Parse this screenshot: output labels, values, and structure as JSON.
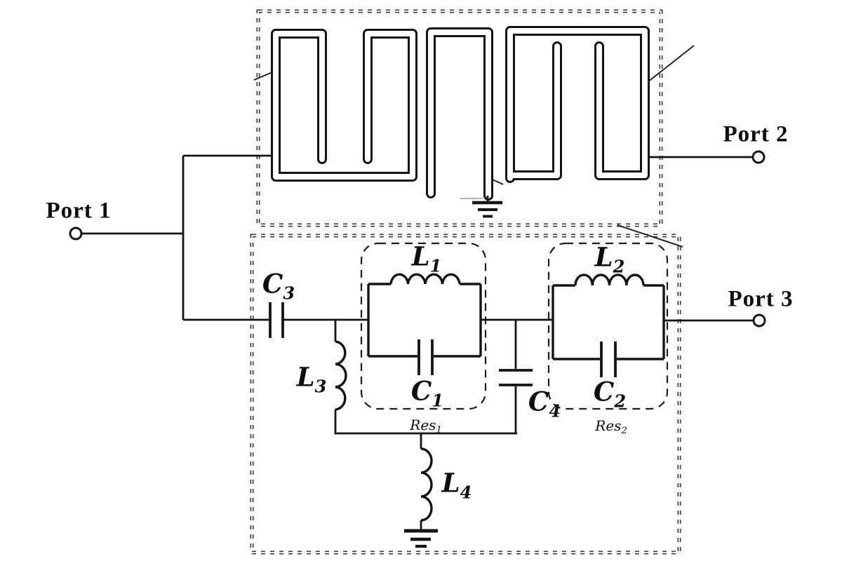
{
  "ports": {
    "p1": {
      "label": "Port 1"
    },
    "p2": {
      "label": "Port 2"
    },
    "p3": {
      "label": "Port 3"
    }
  },
  "components": {
    "C1": {
      "main": "C",
      "sub": "1"
    },
    "C2": {
      "main": "C",
      "sub": "2"
    },
    "C3": {
      "main": "C",
      "sub": "3"
    },
    "C4": {
      "main": "C",
      "sub": "4"
    },
    "L1": {
      "main": "L",
      "sub": "1"
    },
    "L2": {
      "main": "L",
      "sub": "2"
    },
    "L3": {
      "main": "L",
      "sub": "3"
    },
    "L4": {
      "main": "L",
      "sub": "4"
    }
  },
  "resonators": {
    "res1": {
      "main": "Res",
      "sub": "1"
    },
    "res2": {
      "main": "Res",
      "sub": "2"
    }
  },
  "colors": {
    "ink": "#141414",
    "background": "#ffffff",
    "dashed_border": "#3c3c3c"
  }
}
